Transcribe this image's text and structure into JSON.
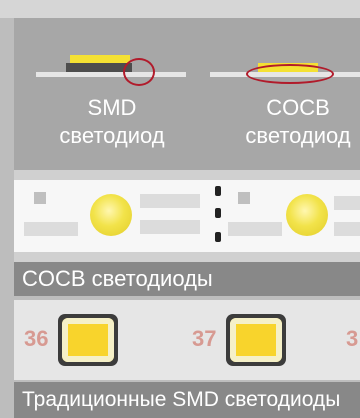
{
  "labels": {
    "smd_line1": "SMD",
    "smd_line2": "светодиод",
    "cob_line1": "COCB",
    "cob_line2": "светодиод",
    "cob_caption": "COCB  светодиоды",
    "smd_caption": "Традиционные SMD светодиоды"
  },
  "numbers": {
    "n1": "36",
    "n2": "37",
    "n3": "3"
  },
  "colors": {
    "yellow": "#f4e133",
    "red_outline": "#b11b2b",
    "text": "#ffffff"
  }
}
